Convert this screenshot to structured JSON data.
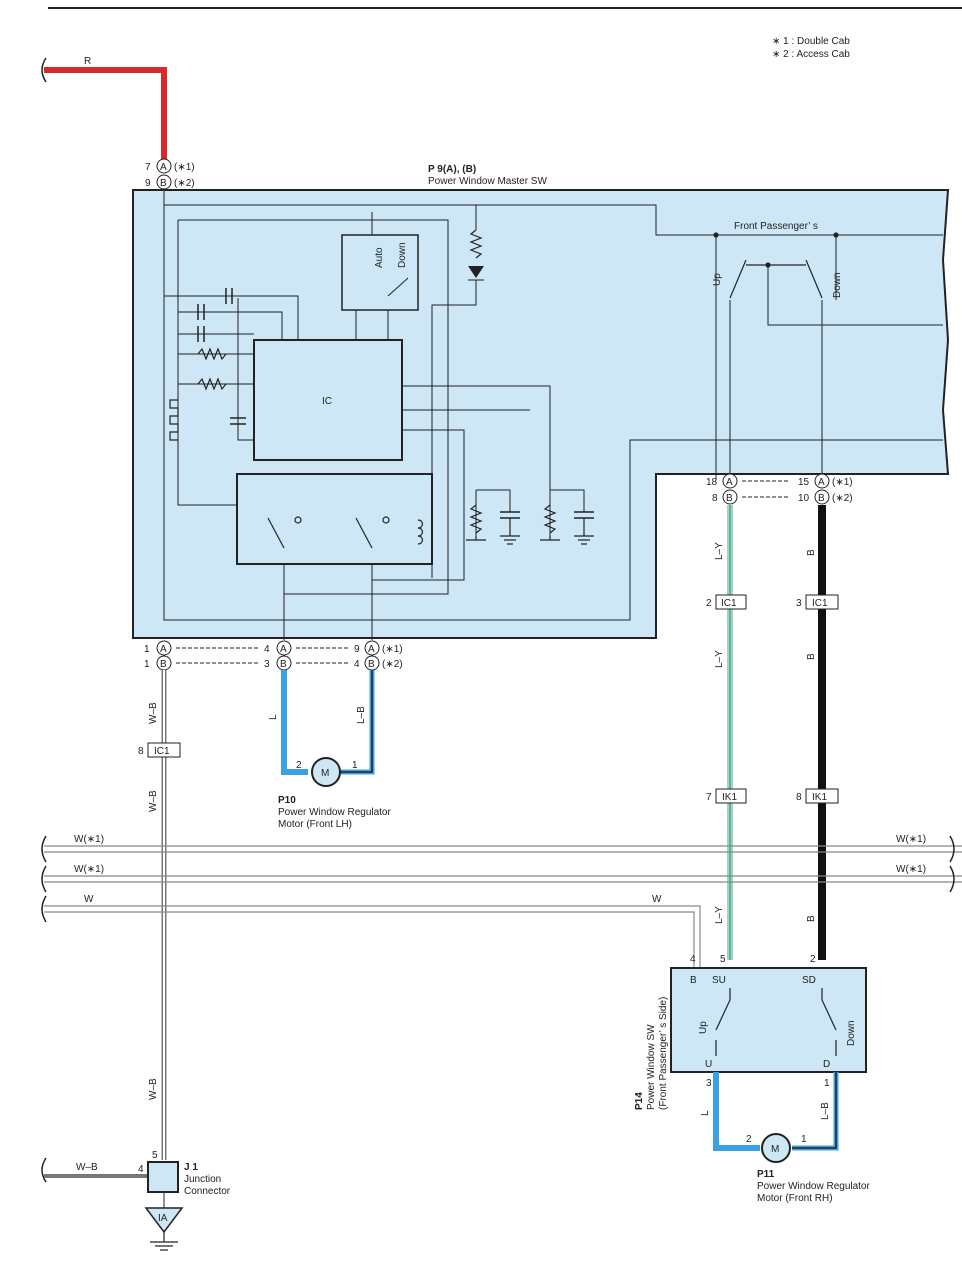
{
  "notes": {
    "n1": "∗ 1 : Double Cab",
    "n2": "∗ 2 : Access Cab"
  },
  "master_sw": {
    "code": "P 9(A), (B)",
    "name": "Power Window Master SW",
    "ic": "IC",
    "auto": "Auto",
    "down": "Down",
    "front_passenger": "Front Passenger’ s",
    "up": "Up",
    "down2": "Down"
  },
  "wires": {
    "r": "R",
    "wb": "W–B",
    "l": "L",
    "lb": "L–B",
    "ly": "L–Y",
    "b": "B",
    "w_star1": "W(∗1)",
    "w": "W"
  },
  "pins": {
    "p7": "7",
    "p9": "9",
    "p18": "18",
    "p15": "15",
    "p8": "8",
    "p10": "10",
    "p1": "1",
    "p4": "4",
    "p3": "3",
    "p2": "2",
    "p5": "5",
    "star1": "(∗1)",
    "star2": "(∗2)",
    "A": "A",
    "B": "B"
  },
  "connectors": {
    "ic1": "IC1",
    "ik1": "IK1"
  },
  "p10": {
    "code": "P10",
    "line1": "Power Window Regulator",
    "line2": "Motor (Front LH)",
    "m": "M"
  },
  "p11": {
    "code": "P11",
    "line1": "Power Window Regulator",
    "line2": "Motor (Front RH)",
    "m": "M"
  },
  "p14": {
    "code": "P14",
    "line1": "Power Window SW",
    "line2": "(Front Passenger’ s Side)",
    "b": "B",
    "su": "SU",
    "sd": "SD",
    "u": "U",
    "d": "D",
    "up": "Up",
    "down": "Down"
  },
  "j1": {
    "code": "J 1",
    "line1": "Junction",
    "line2": "Connector"
  },
  "ground": {
    "ia": "IA"
  }
}
